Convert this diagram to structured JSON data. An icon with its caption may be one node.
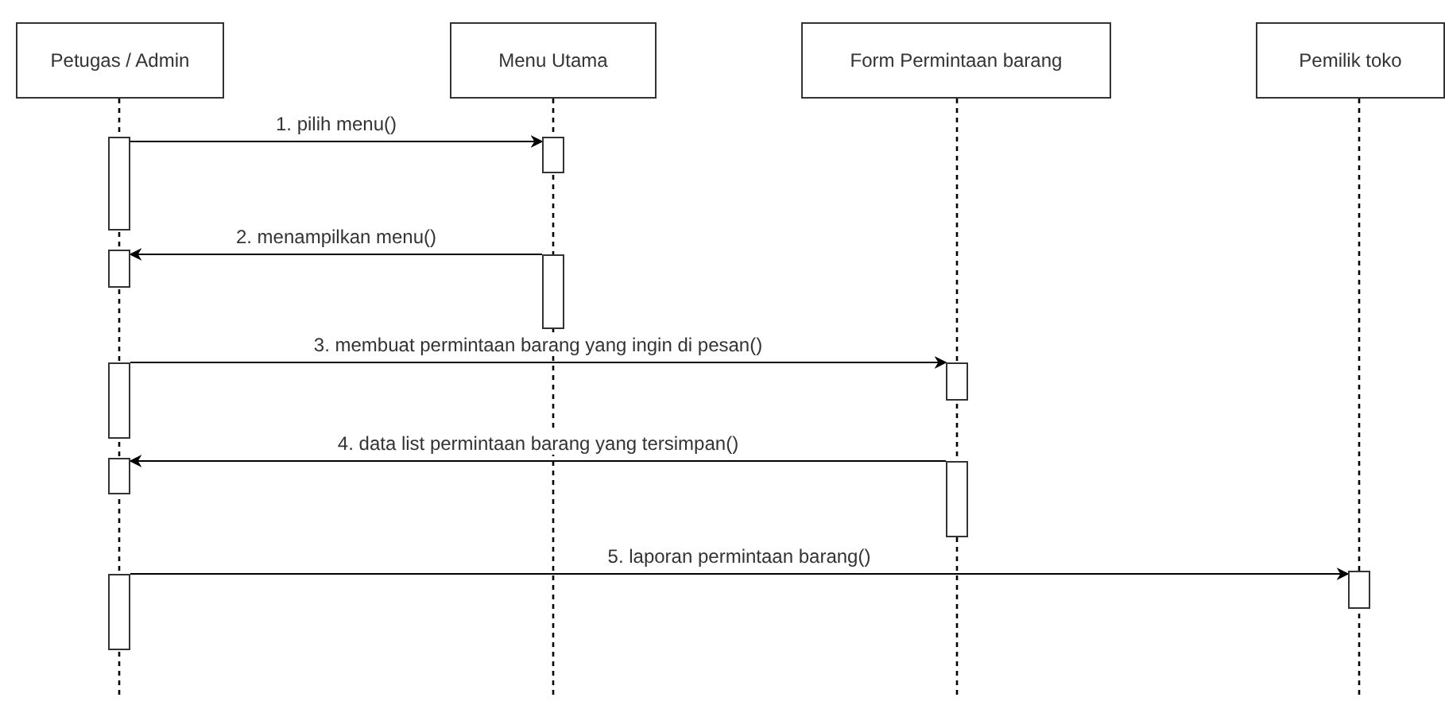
{
  "diagram": {
    "nodes": [
      {
        "text": [
          "Petugas / Admin"
        ]
      },
      {
        "text": [
          "Menu Utama"
        ]
      },
      {
        "text": [
          "Form Permintaan barang"
        ]
      },
      {
        "text": [
          "Pemilik toko"
        ]
      },
      {
        "text": [],
        "shape": "bar"
      },
      {
        "text": [],
        "shape": "bar"
      },
      {
        "text": [],
        "shape": "bar"
      },
      {
        "text": [],
        "shape": "bar"
      },
      {
        "text": [],
        "shape": "bar"
      },
      {
        "text": [],
        "shape": "bar"
      },
      {
        "text": [],
        "shape": "bar"
      },
      {
        "text": [],
        "shape": "bar"
      },
      {
        "text": [],
        "shape": "bar"
      },
      {
        "text": [],
        "shape": "bar"
      }
    ],
    "edges": [
      {
        "from": 4,
        "to": 5,
        "arrow": "to",
        "label": "1. pilih menu()"
      },
      {
        "from": 7,
        "to": 6,
        "arrow": "to",
        "label": "2. menampilkan menu()"
      },
      {
        "from": 8,
        "to": 9,
        "arrow": "to",
        "label": "3. membuat permintaan barang yang ingin di pesan()"
      },
      {
        "from": 11,
        "to": 10,
        "arrow": "to",
        "label": "4. data list permintaan barang yang tersimpan()"
      },
      {
        "from": 12,
        "to": 13,
        "arrow": "to",
        "label": "5. laporan permintaan barang()"
      }
    ]
  }
}
